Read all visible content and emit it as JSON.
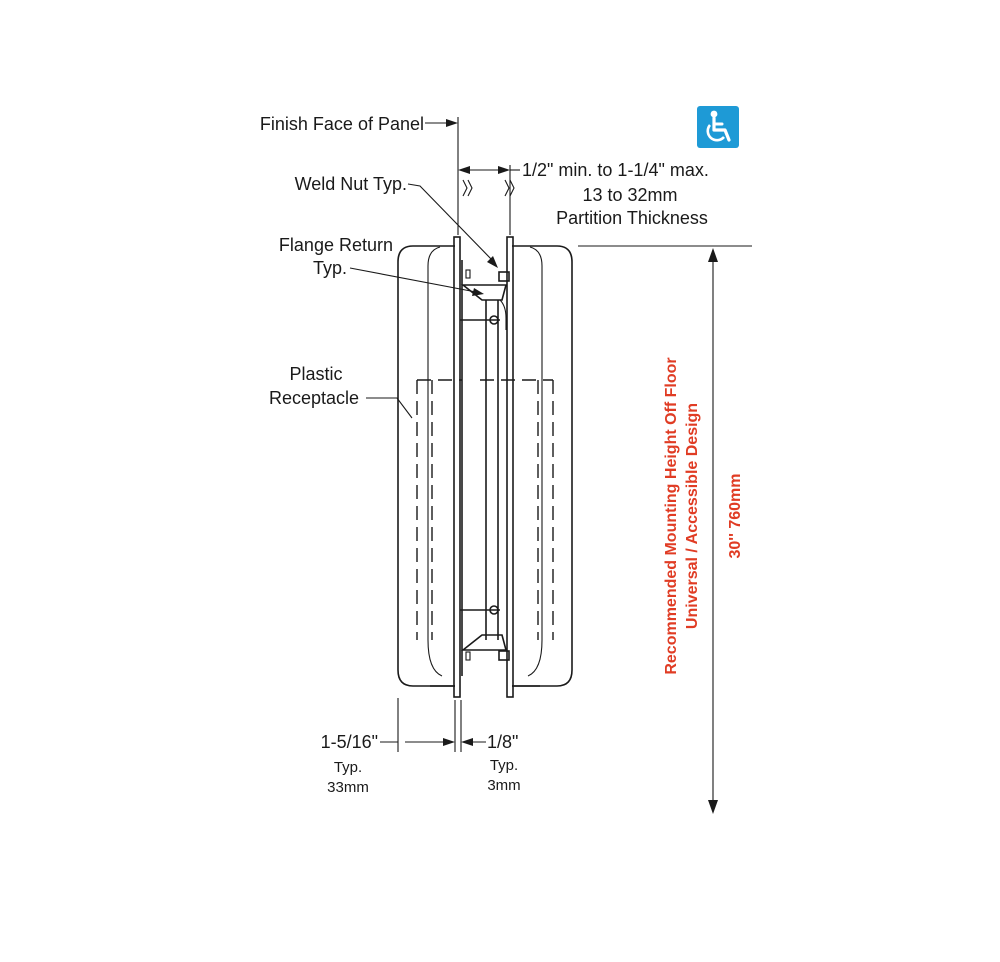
{
  "labels": {
    "finish_face": "Finish Face of Panel",
    "weld_nut": "Weld Nut Typ.",
    "flange_return_1": "Flange Return",
    "flange_return_2": "Typ.",
    "plastic_1": "Plastic",
    "plastic_2": "Receptacle",
    "thickness_1": "1/2\" min. to 1-1/4\" max.",
    "thickness_2": "13 to 32mm",
    "thickness_3": "Partition Thickness",
    "dim_left_1": "1-5/16\"",
    "dim_left_2": "Typ.",
    "dim_left_3": "33mm",
    "dim_right_1": "1/8\"",
    "dim_right_2": "Typ.",
    "dim_right_3": "3mm",
    "mount_1": "Recommended Mounting Height Off Floor",
    "mount_2": "Universal / Accessible Design",
    "mount_3": "30''  760mm"
  },
  "icons": {
    "accessibility": "wheelchair-icon"
  },
  "colors": {
    "accent_red": "#e03c24",
    "accessibility_blue": "#1e9ad6",
    "line": "#1a1a1a"
  }
}
